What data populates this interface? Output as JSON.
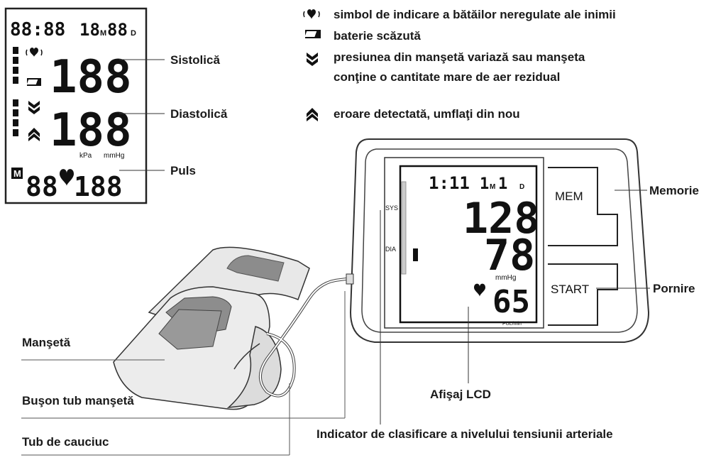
{
  "legend": {
    "irregular_heartbeat": "simbol de indicare a bătăilor neregulate ale inimii",
    "low_battery": "baterie scăzută",
    "cuff_pressure_line1": "presiunea din manşetă variază sau manşeta",
    "cuff_pressure_line2": "conţine o cantitate mare de aer rezidual",
    "error": "eroare detectată, umflaţi din nou"
  },
  "display_labels": {
    "systolic": "Sistolică",
    "diastolic": "Diastolică",
    "pulse": "Puls"
  },
  "lcd_segments": {
    "time": "88:88",
    "date_month": "18",
    "month_mark": "M",
    "date_day": "88",
    "day_mark": "D",
    "sys_digits": "188",
    "dia_digits": "188",
    "unit_kpa": "kPa",
    "unit_mmhg": "mmHg",
    "memory_mark": "M",
    "mem_digits": "88",
    "pulse_digits": "188"
  },
  "device": {
    "time": "1:11",
    "date_month": "1",
    "month_mark": "M",
    "date_day": "1",
    "day_mark": "D",
    "sys_label": "SYS",
    "dia_label": "DIA",
    "systolic_value": "128",
    "diastolic_value": "78",
    "unit": "mmHg",
    "pulse_value": "65",
    "pulse_unit": "PUL/min",
    "mem_button": "MEM",
    "start_button": "START"
  },
  "callouts": {
    "memory": "Memorie",
    "start": "Pornire",
    "cuff": "Manşetă",
    "cuff_plug": "Buşon tub manşetă",
    "rubber_tube": "Tub de cauciuc",
    "lcd": "Afişaj LCD",
    "level_indicator": "Indicator de clasificare a nivelului tensiunii arteriale"
  }
}
